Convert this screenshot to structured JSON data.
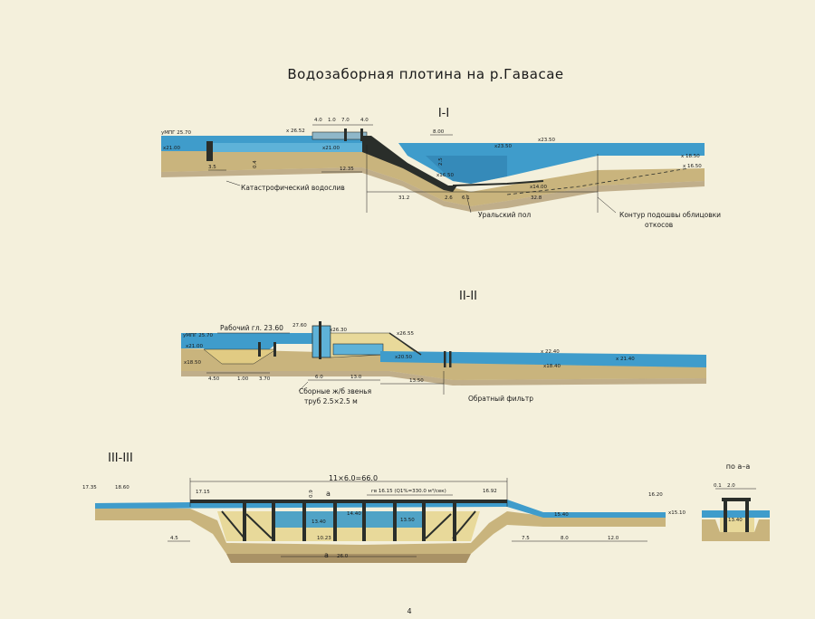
{
  "title": "Водозаборная плотина на р.Гавасае",
  "page_number": "4",
  "section1": {
    "heading": "I-I",
    "labels": {
      "catastrophic_spillway": "Катастрофический водослив",
      "ural_floor": "Уральский пол",
      "lining_contour_1": "Контур подошвы облицовки",
      "lining_contour_2": "откосов"
    },
    "marks": {
      "umpg": "уМПГ 25.70",
      "m2652": "x 26.52",
      "m2100a": "x21.00",
      "m2100b": "x21.00",
      "m2350a": "x23.50",
      "m2350b": "x23.50",
      "m1850": "x 18.50",
      "m1650": "x 16.50",
      "m1650b": "x16.50",
      "m1400": "x14.00"
    },
    "dims": {
      "d40a": "4.0",
      "d10": "1.0",
      "d70": "7.0",
      "d40b": "4.0",
      "d800": "8.00",
      "d35": "3.5",
      "d1235": "12.35",
      "d312": "31.2",
      "d26": "2.6",
      "d61": "6.1",
      "d328": "32.8",
      "d04": "0.4",
      "d25": "2.5"
    }
  },
  "section2": {
    "heading": "II-II",
    "labels": {
      "working_level": "Рабочий гл. 23.60",
      "pipes_1": "Сборные ж/б звенья",
      "pipes_2": "труб 2.5×2.5 м",
      "reverse_filter": "Обратный фильтр"
    },
    "marks": {
      "umpg": "уМПГ 25.70",
      "m2760": "27.60",
      "m2630": "x26.30",
      "m2655": "x26.55",
      "m2100": "x21.00",
      "m1850": "x18.50",
      "m2050": "x20.50",
      "m2240": "x 22.40",
      "m2140": "x 21.40",
      "m1840": "x18.40"
    },
    "dims": {
      "d450": "4.50",
      "d100": "1.00",
      "d370": "3.70",
      "d60": "6.0",
      "d130": "13.0",
      "d1350": "13.50"
    }
  },
  "section3": {
    "heading": "III-III",
    "labels": {
      "span_total": "11×6.0=66.0",
      "design_level": "гв 16.15 (Q1%=330.0 м³/сек)",
      "cut_mark_a": "а",
      "cut_mark_a2": "а"
    },
    "marks": {
      "m1735": "17.35",
      "m1860": "18.60",
      "m1715": "17.15",
      "m1692": "16.92",
      "m1620": "16.20",
      "m1510": "x15.10",
      "m1340": "13.40",
      "m1440": "14.40",
      "m1350": "13.50",
      "m1023": "10.23",
      "m1540": "15.40"
    },
    "dims": {
      "d45": "4.5",
      "d75": "7.5",
      "d80": "8.0",
      "d120": "12.0",
      "d260": "26.0",
      "d09": "0.9"
    }
  },
  "section4": {
    "heading": "по а–а",
    "dims": {
      "d01": "0.1",
      "d20": "2.0"
    },
    "marks": {
      "m1340": "13.40"
    }
  },
  "colors": {
    "paper": "#f4f0dc",
    "water": "#3f9ccb",
    "water_dark": "#2e7fae",
    "soil": "#d6c391",
    "soil_shadow": "#a99266",
    "concrete": "#2a2e2a",
    "fill": "#e8d99a"
  }
}
